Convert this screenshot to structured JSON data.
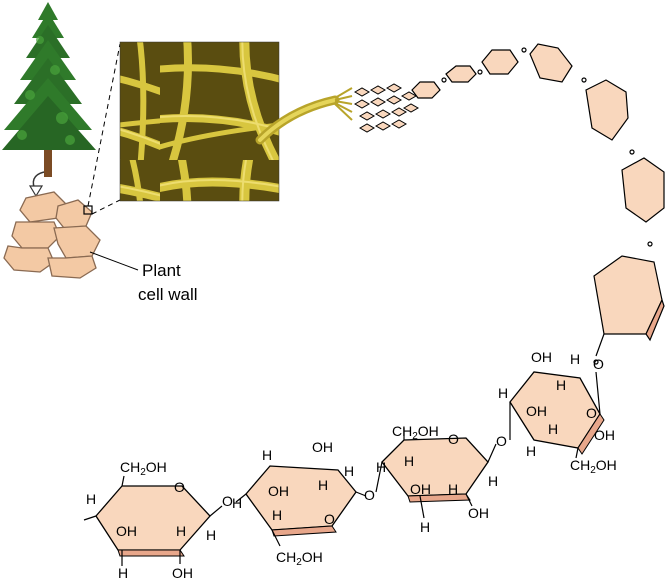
{
  "labels": {
    "plant_cell_wall_line1": "Plant",
    "plant_cell_wall_line2": "cell wall"
  },
  "unit1": {
    "ch2oh": "CH",
    "ch2oh_sub": "2",
    "ch2oh_tail": "OH",
    "h_left": "H",
    "oh_left": "OH",
    "h_right": "H",
    "oh_bottom": "OH",
    "h_bottom_left": "H",
    "h_inner": "H",
    "o_ring": "O",
    "h_ring_right": "H"
  },
  "unit2": {
    "oh_top": "OH",
    "h_top_left": "H",
    "oh_inner": "OH",
    "h_top_right": "H",
    "h_inner": "H",
    "h_inner2": "H",
    "h_right": "H",
    "ch2oh": "CH",
    "ch2oh_sub": "2",
    "ch2oh_tail": "OH",
    "o_ring": "O"
  },
  "unit3": {
    "ch2oh": "CH",
    "ch2oh_sub": "2",
    "ch2oh_tail": "OH",
    "h_left": "H",
    "o_ring": "O",
    "h_top": "H",
    "oh_inner": "OH",
    "h_right": "H",
    "h_inner": "H",
    "oh_bottom": "OH",
    "h_bottom": "H"
  },
  "unit4": {
    "h_top": "H",
    "oh_inner": "OH",
    "h_top2": "H",
    "o_ring": "O",
    "h_inner": "H",
    "oh_right": "OH",
    "h_bottom": "H",
    "ch2oh": "CH",
    "ch2oh_sub": "2",
    "ch2oh_tail": "OH",
    "h_right": "H"
  },
  "unit5": {
    "oh_top": "OH",
    "h_top": "H"
  },
  "linkers": {
    "o1": "O",
    "o2": "O",
    "o3": "O",
    "o4": "O"
  },
  "colors": {
    "ring_fill": "#f9d7bd",
    "ring_shadow": "#e8a78b",
    "fiber": "#d3c23a",
    "tree_green": "#2f7a2a",
    "cell_fill": "#f3c9a4"
  }
}
